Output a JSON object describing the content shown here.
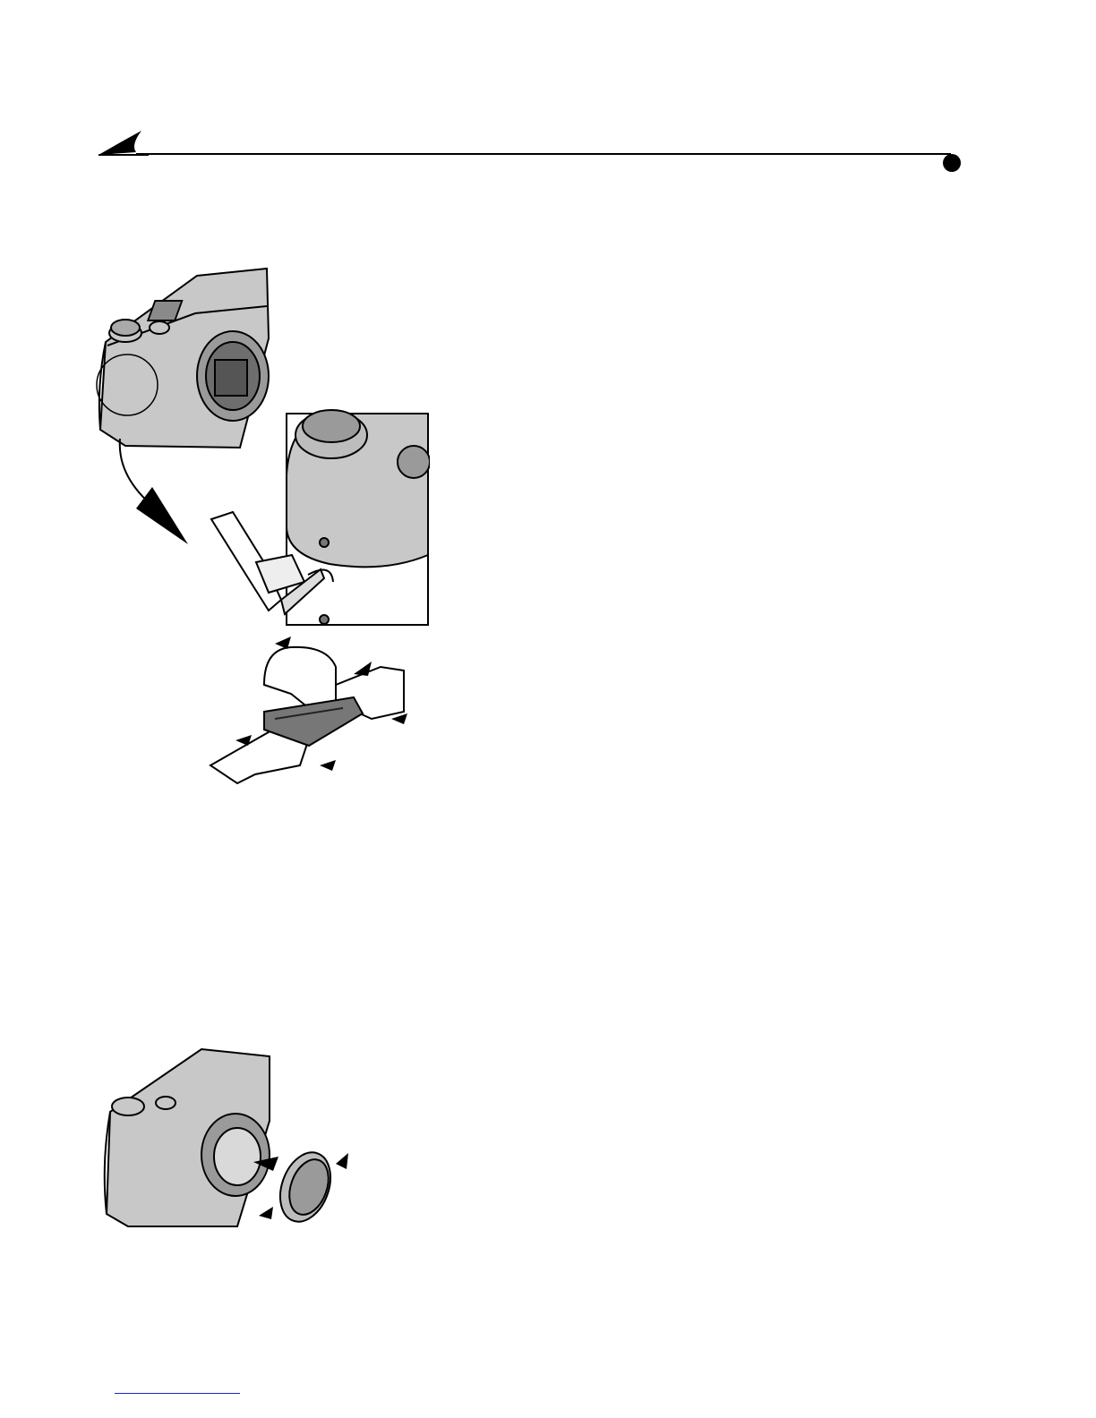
{
  "page": {
    "header_rule": {
      "ornament_left": "swoosh-arrow-icon",
      "ornament_right": "bullet-dot-icon"
    },
    "figures": [
      {
        "id": "camera-strap",
        "icon": "camera-wrist-strap-illustration"
      },
      {
        "id": "strap-loop",
        "icon": "strap-buckle-illustration"
      },
      {
        "id": "lens-cap",
        "icon": "camera-lens-cap-illustration"
      }
    ],
    "colors": {
      "ink": "#000000",
      "camera_gray": "#c8c8c8",
      "shadow_gray": "#8a8a8a",
      "link_blue": "#2222cc"
    }
  }
}
